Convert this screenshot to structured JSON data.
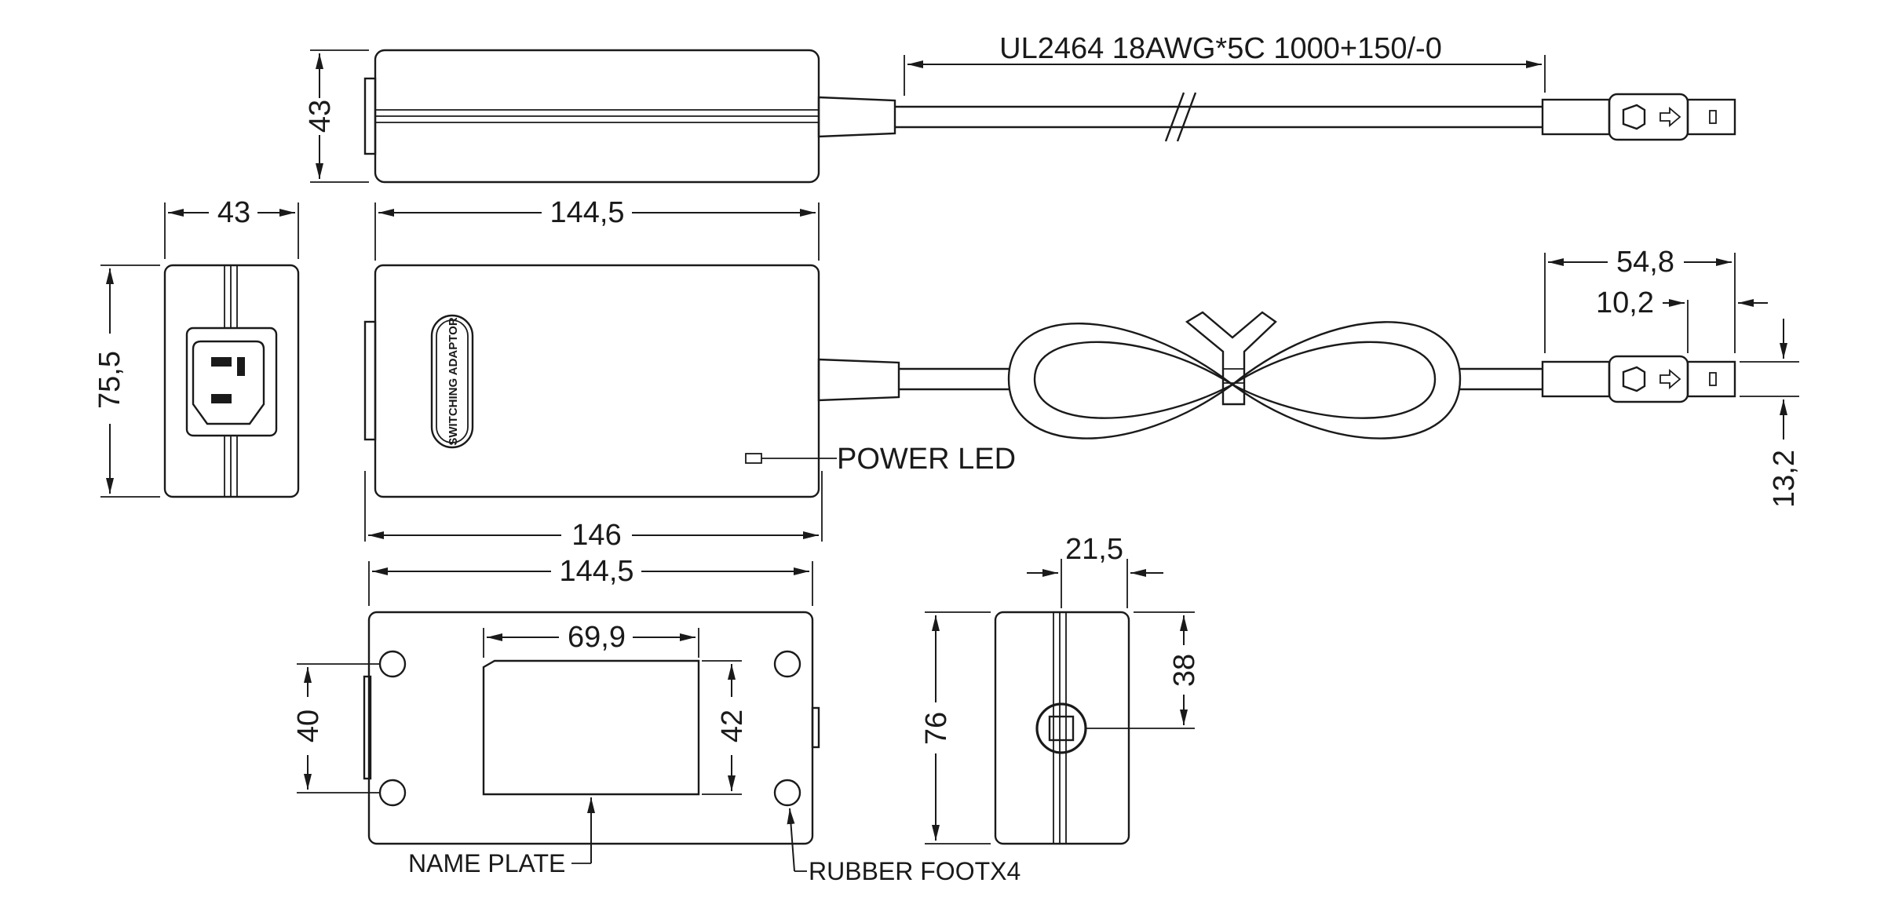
{
  "dimensions": {
    "top_height": "43",
    "cable_spec": "UL2464 18AWG*5C 1000+150/-0",
    "side_width": "43",
    "main_length": "144,5",
    "side_height": "75,5",
    "plug_length": "54,8",
    "plug_tip": "10,2",
    "plug_height": "13,2",
    "overall_length": "146",
    "bottom_length": "144,5",
    "plate_width": "69,9",
    "feet_spacing": "40",
    "plate_height": "42",
    "end_width": "21,5",
    "end_height": "76",
    "end_offset": "38"
  },
  "labels": {
    "power_led": "POWER LED",
    "name_plate": "NAME PLATE",
    "rubber_foot": "RUBBER FOOTX4",
    "logo": "SWITCHING ADAPTOR"
  }
}
